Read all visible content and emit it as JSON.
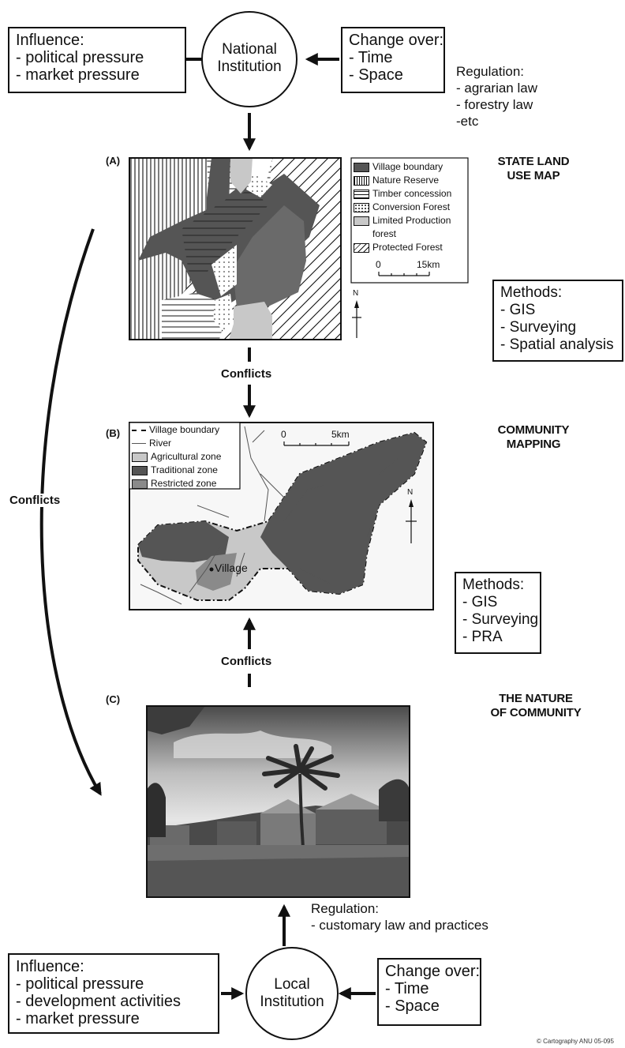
{
  "top": {
    "influence": {
      "title": "Influence:",
      "items": [
        "- political pressure",
        "- market pressure"
      ]
    },
    "institution": {
      "line1": "National",
      "line2": "Institution"
    },
    "change": {
      "title": "Change over:",
      "items": [
        "- Time",
        "- Space"
      ]
    },
    "regulation": {
      "title": "Regulation:",
      "items": [
        "- agrarian law",
        "- forestry law",
        "-etc"
      ]
    }
  },
  "panel_a": {
    "label": "(A)",
    "heading": [
      "STATE LAND",
      "USE MAP"
    ],
    "legend": [
      {
        "label": "Village boundary",
        "pattern": "dark"
      },
      {
        "label": "Nature Reserve",
        "pattern": "vertical"
      },
      {
        "label": "Timber concession",
        "pattern": "horizontal"
      },
      {
        "label": "Conversion Forest",
        "pattern": "dots"
      },
      {
        "label": "Limited Production",
        "pattern": "light"
      },
      {
        "label": "forest",
        "pattern": "none"
      },
      {
        "label": "Protected Forest",
        "pattern": "diagonal"
      }
    ],
    "scale": {
      "zero": "0",
      "end": "15km"
    },
    "north": "N",
    "methods": {
      "title": "Methods:",
      "items": [
        "- GIS",
        "- Surveying",
        "- Spatial analysis"
      ]
    }
  },
  "conflicts": {
    "ab": "Conflicts",
    "bc": "Conflicts",
    "side": "Conflicts"
  },
  "panel_b": {
    "label": "(B)",
    "heading": [
      "COMMUNITY",
      "MAPPING"
    ],
    "legend": [
      {
        "label": "Village boundary",
        "pattern": "dashdot"
      },
      {
        "label": "River",
        "pattern": "river"
      },
      {
        "label": "Agricultural zone",
        "pattern": "light"
      },
      {
        "label": "Traditional zone",
        "pattern": "dark"
      },
      {
        "label": "Restricted zone",
        "pattern": "medium"
      }
    ],
    "scale": {
      "zero": "0",
      "end": "5km"
    },
    "north": "N",
    "village": "Village",
    "methods": {
      "title": "Methods:",
      "items": [
        "- GIS",
        "- Surveying",
        "- PRA"
      ]
    }
  },
  "panel_c": {
    "label": "(C)",
    "heading": [
      "THE NATURE",
      "OF COMMUNITY"
    ]
  },
  "bottom": {
    "regulation": {
      "title": "Regulation:",
      "items": [
        "- customary law and practices"
      ]
    },
    "influence": {
      "title": "Influence:",
      "items": [
        "- political pressure",
        "- development activities",
        "- market pressure"
      ]
    },
    "institution": {
      "line1": "Local",
      "line2": "Institution"
    },
    "change": {
      "title": "Change over:",
      "items": [
        "- Time",
        "- Space"
      ]
    }
  },
  "credit": "© Cartography ANU 05-095",
  "colors": {
    "ink": "#111111",
    "dark_zone": "#555555",
    "light_zone": "#c8c8c8",
    "medium_zone": "#8a8a8a"
  }
}
